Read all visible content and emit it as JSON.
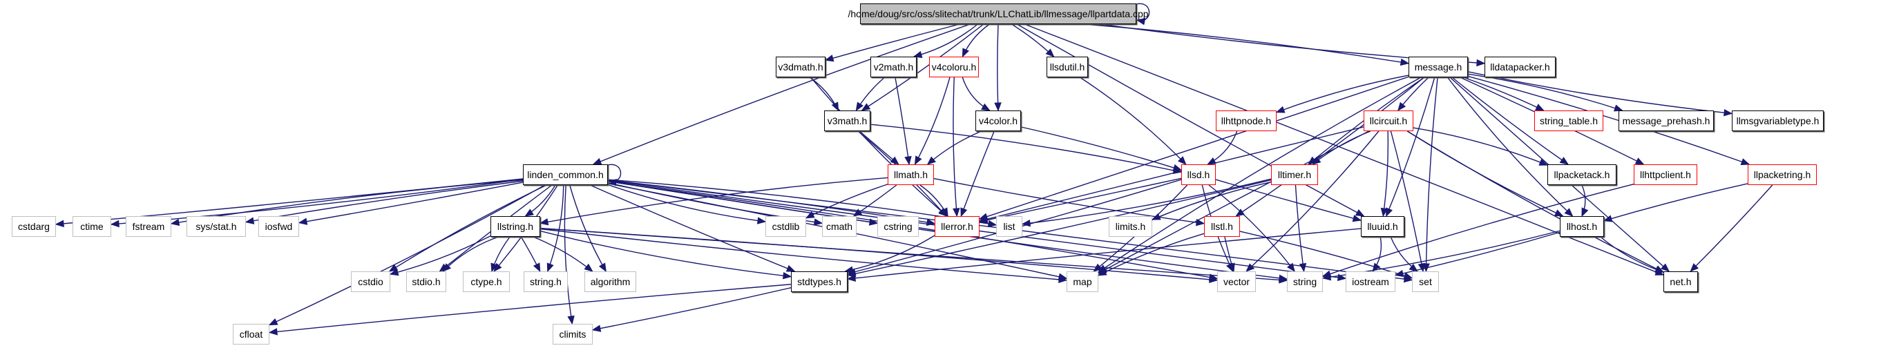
{
  "diagram": {
    "type": "include-dependency-graph",
    "root": "/home/doug/src/oss/slitechat/trunk/LLChatLib/llmessage/llpartdata.cpp",
    "colors": {
      "edge": "#191970",
      "root_fill": "#bfbfbf",
      "truncated_border": "#ff0000",
      "system_border": "#bfbfbf",
      "normal_border": "#000000"
    },
    "nodes": [
      {
        "id": "root",
        "label": "/home/doug/src/oss/slitechat/trunk/LLChatLib/llmessage/llpartdata.cpp",
        "kind": "root"
      },
      {
        "id": "v3dmath",
        "label": "v3dmath.h",
        "kind": "normal"
      },
      {
        "id": "v2math",
        "label": "v2math.h",
        "kind": "normal"
      },
      {
        "id": "v4coloru",
        "label": "v4coloru.h",
        "kind": "red"
      },
      {
        "id": "llsdutil",
        "label": "llsdutil.h",
        "kind": "normal"
      },
      {
        "id": "message",
        "label": "message.h",
        "kind": "normal"
      },
      {
        "id": "lldatapacker",
        "label": "lldatapacker.h",
        "kind": "normal"
      },
      {
        "id": "v3math",
        "label": "v3math.h",
        "kind": "normal"
      },
      {
        "id": "v4color",
        "label": "v4color.h",
        "kind": "normal"
      },
      {
        "id": "llhttpnode",
        "label": "llhttpnode.h",
        "kind": "red"
      },
      {
        "id": "llcircuit",
        "label": "llcircuit.h",
        "kind": "red"
      },
      {
        "id": "string_table",
        "label": "string_table.h",
        "kind": "red"
      },
      {
        "id": "message_prehash",
        "label": "message_prehash.h",
        "kind": "normal"
      },
      {
        "id": "llmsgvariabletype",
        "label": "llmsgvariabletype.h",
        "kind": "normal"
      },
      {
        "id": "linden_common",
        "label": "linden_common.h",
        "kind": "normal"
      },
      {
        "id": "llmath",
        "label": "llmath.h",
        "kind": "red"
      },
      {
        "id": "llsd",
        "label": "llsd.h",
        "kind": "red"
      },
      {
        "id": "lltimer",
        "label": "lltimer.h",
        "kind": "red"
      },
      {
        "id": "llpacketack",
        "label": "llpacketack.h",
        "kind": "normal"
      },
      {
        "id": "llhttpclient",
        "label": "llhttpclient.h",
        "kind": "red"
      },
      {
        "id": "llpacketring",
        "label": "llpacketring.h",
        "kind": "red"
      },
      {
        "id": "cstdarg",
        "label": "cstdarg",
        "kind": "sys"
      },
      {
        "id": "ctime",
        "label": "ctime",
        "kind": "sys"
      },
      {
        "id": "fstream",
        "label": "fstream",
        "kind": "sys"
      },
      {
        "id": "sysstat",
        "label": "sys/stat.h",
        "kind": "sys"
      },
      {
        "id": "iosfwd",
        "label": "iosfwd",
        "kind": "sys"
      },
      {
        "id": "llstring",
        "label": "llstring.h",
        "kind": "normal"
      },
      {
        "id": "cstdlib",
        "label": "cstdlib",
        "kind": "sys"
      },
      {
        "id": "cmath",
        "label": "cmath",
        "kind": "sys"
      },
      {
        "id": "cstring",
        "label": "cstring",
        "kind": "sys"
      },
      {
        "id": "llerror",
        "label": "llerror.h",
        "kind": "red"
      },
      {
        "id": "list",
        "label": "list",
        "kind": "sys"
      },
      {
        "id": "limits",
        "label": "limits.h",
        "kind": "sys"
      },
      {
        "id": "llstl",
        "label": "llstl.h",
        "kind": "red"
      },
      {
        "id": "lluuid",
        "label": "lluuid.h",
        "kind": "normal"
      },
      {
        "id": "llhost",
        "label": "llhost.h",
        "kind": "normal"
      },
      {
        "id": "cstdio",
        "label": "cstdio",
        "kind": "sys"
      },
      {
        "id": "stdio",
        "label": "stdio.h",
        "kind": "sys"
      },
      {
        "id": "ctype",
        "label": "ctype.h",
        "kind": "sys"
      },
      {
        "id": "stringh",
        "label": "string.h",
        "kind": "sys"
      },
      {
        "id": "algorithm",
        "label": "algorithm",
        "kind": "sys"
      },
      {
        "id": "stdtypes",
        "label": "stdtypes.h",
        "kind": "normal"
      },
      {
        "id": "map",
        "label": "map",
        "kind": "sys"
      },
      {
        "id": "vector",
        "label": "vector",
        "kind": "sys"
      },
      {
        "id": "string",
        "label": "string",
        "kind": "sys"
      },
      {
        "id": "iostream",
        "label": "iostream",
        "kind": "sys"
      },
      {
        "id": "set",
        "label": "set",
        "kind": "sys"
      },
      {
        "id": "neth",
        "label": "net.h",
        "kind": "normal"
      },
      {
        "id": "cfloat",
        "label": "cfloat",
        "kind": "sys"
      },
      {
        "id": "climits",
        "label": "climits",
        "kind": "sys"
      }
    ],
    "edges": [
      [
        "root",
        "root"
      ],
      [
        "root",
        "linden_common"
      ],
      [
        "root",
        "v3dmath"
      ],
      [
        "root",
        "v3math"
      ],
      [
        "root",
        "v2math"
      ],
      [
        "root",
        "v4coloru"
      ],
      [
        "root",
        "v4color"
      ],
      [
        "root",
        "llsdutil"
      ],
      [
        "root",
        "message"
      ],
      [
        "root",
        "lldatapacker"
      ],
      [
        "root",
        "lluuid"
      ],
      [
        "root",
        "neth"
      ],
      [
        "v3dmath",
        "v3math"
      ],
      [
        "v3dmath",
        "llerror"
      ],
      [
        "v2math",
        "v3math"
      ],
      [
        "v2math",
        "llmath"
      ],
      [
        "v4coloru",
        "llmath"
      ],
      [
        "v4coloru",
        "v4color"
      ],
      [
        "v4coloru",
        "llerror"
      ],
      [
        "v3math",
        "llmath"
      ],
      [
        "v3math",
        "llerror"
      ],
      [
        "v3math",
        "llsd"
      ],
      [
        "v4color",
        "llmath"
      ],
      [
        "v4color",
        "llerror"
      ],
      [
        "v4color",
        "llsd"
      ],
      [
        "llsdutil",
        "llsd"
      ],
      [
        "message",
        "llhttpnode"
      ],
      [
        "message",
        "llcircuit"
      ],
      [
        "message",
        "string_table"
      ],
      [
        "message",
        "message_prehash"
      ],
      [
        "message",
        "llmsgvariabletype"
      ],
      [
        "message",
        "llpacketack"
      ],
      [
        "message",
        "llhttpclient"
      ],
      [
        "message",
        "llpacketring"
      ],
      [
        "message",
        "llhost"
      ],
      [
        "message",
        "lltimer"
      ],
      [
        "message",
        "llerror"
      ],
      [
        "message",
        "llstl"
      ],
      [
        "message",
        "map"
      ],
      [
        "message",
        "set"
      ],
      [
        "message",
        "neth"
      ],
      [
        "message",
        "lluuid"
      ],
      [
        "llhttpnode",
        "llsd"
      ],
      [
        "llcircuit",
        "lltimer"
      ],
      [
        "llcircuit",
        "llerror"
      ],
      [
        "llcircuit",
        "lluuid"
      ],
      [
        "llcircuit",
        "llpacketack"
      ],
      [
        "llcircuit",
        "llhost"
      ],
      [
        "llcircuit",
        "map"
      ],
      [
        "llcircuit",
        "set"
      ],
      [
        "llcircuit",
        "vector"
      ],
      [
        "llcircuit",
        "neth"
      ],
      [
        "linden_common",
        "linden_common"
      ],
      [
        "linden_common",
        "cstdarg"
      ],
      [
        "linden_common",
        "ctime"
      ],
      [
        "linden_common",
        "fstream"
      ],
      [
        "linden_common",
        "sysstat"
      ],
      [
        "linden_common",
        "iosfwd"
      ],
      [
        "linden_common",
        "llstring"
      ],
      [
        "linden_common",
        "cstdlib"
      ],
      [
        "linden_common",
        "cmath"
      ],
      [
        "linden_common",
        "cstring"
      ],
      [
        "linden_common",
        "llerror"
      ],
      [
        "linden_common",
        "list"
      ],
      [
        "linden_common",
        "cstdio"
      ],
      [
        "linden_common",
        "stdio"
      ],
      [
        "linden_common",
        "ctype"
      ],
      [
        "linden_common",
        "stringh"
      ],
      [
        "linden_common",
        "algorithm"
      ],
      [
        "linden_common",
        "stdtypes"
      ],
      [
        "linden_common",
        "map"
      ],
      [
        "linden_common",
        "vector"
      ],
      [
        "linden_common",
        "string"
      ],
      [
        "linden_common",
        "iostream"
      ],
      [
        "linden_common",
        "set"
      ],
      [
        "linden_common",
        "cfloat"
      ],
      [
        "linden_common",
        "climits"
      ],
      [
        "llmath",
        "cstdlib"
      ],
      [
        "llmath",
        "cmath"
      ],
      [
        "llmath",
        "llerror"
      ],
      [
        "llmath",
        "llstring"
      ],
      [
        "llmath",
        "llstl"
      ],
      [
        "llsd",
        "llerror"
      ],
      [
        "llsd",
        "map"
      ],
      [
        "llsd",
        "string"
      ],
      [
        "llsd",
        "vector"
      ],
      [
        "llsd",
        "lluuid"
      ],
      [
        "llsd",
        "stdtypes"
      ],
      [
        "lltimer",
        "list"
      ],
      [
        "lltimer",
        "limits"
      ],
      [
        "lltimer",
        "string"
      ],
      [
        "lltimer",
        "stdtypes"
      ],
      [
        "llpacketack",
        "llhost"
      ],
      [
        "llhttpclient",
        "string"
      ],
      [
        "llpacketring",
        "llhost"
      ],
      [
        "llpacketring",
        "neth"
      ],
      [
        "llstring",
        "cstdio"
      ],
      [
        "llstring",
        "stdio"
      ],
      [
        "llstring",
        "ctype"
      ],
      [
        "llstring",
        "stringh"
      ],
      [
        "llstring",
        "algorithm"
      ],
      [
        "llstring",
        "stdtypes"
      ],
      [
        "llstring",
        "map"
      ],
      [
        "llstring",
        "string"
      ],
      [
        "llstring",
        "vector"
      ],
      [
        "llerror",
        "stdtypes"
      ],
      [
        "llstl",
        "map"
      ],
      [
        "llstl",
        "vector"
      ],
      [
        "llstl",
        "set"
      ],
      [
        "lluuid",
        "iostream"
      ],
      [
        "lluuid",
        "set"
      ],
      [
        "lluuid",
        "stdtypes"
      ],
      [
        "llhost",
        "iostream"
      ],
      [
        "llhost",
        "string"
      ],
      [
        "llhost",
        "neth"
      ],
      [
        "stdtypes",
        "cfloat"
      ],
      [
        "stdtypes",
        "climits"
      ]
    ]
  }
}
